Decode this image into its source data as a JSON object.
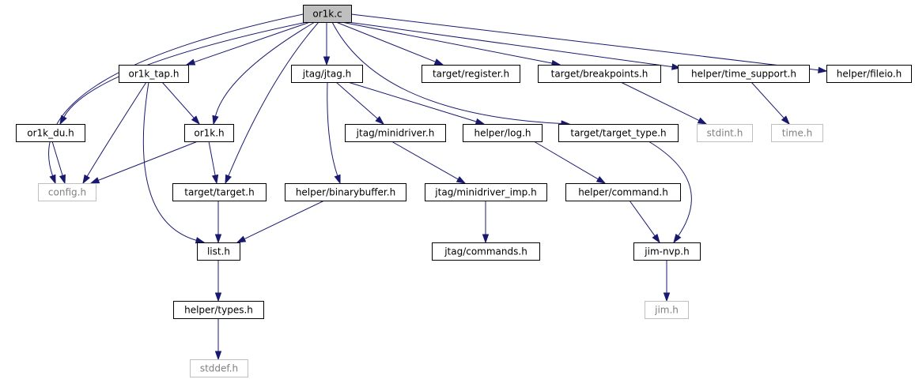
{
  "colors": {
    "edge": "#191970",
    "root_fill": "#bfbfbf",
    "node_border": "#000000",
    "external_border": "#bfbfbf",
    "external_text": "#808080",
    "node_fill": "#ffffff"
  },
  "nodes": [
    {
      "id": "or1k_c",
      "label": "or1k.c",
      "kind": "root"
    },
    {
      "id": "or1k_tap_h",
      "label": "or1k_tap.h",
      "kind": "file"
    },
    {
      "id": "jtag_jtag_h",
      "label": "jtag/jtag.h",
      "kind": "file"
    },
    {
      "id": "target_register_h",
      "label": "target/register.h",
      "kind": "file"
    },
    {
      "id": "target_breakpoints_h",
      "label": "target/breakpoints.h",
      "kind": "file"
    },
    {
      "id": "helper_time_support_h",
      "label": "helper/time_support.h",
      "kind": "file"
    },
    {
      "id": "helper_fileio_h",
      "label": "helper/fileio.h",
      "kind": "file"
    },
    {
      "id": "or1k_du_h",
      "label": "or1k_du.h",
      "kind": "file"
    },
    {
      "id": "or1k_h",
      "label": "or1k.h",
      "kind": "file"
    },
    {
      "id": "jtag_minidriver_h",
      "label": "jtag/minidriver.h",
      "kind": "file"
    },
    {
      "id": "helper_log_h",
      "label": "helper/log.h",
      "kind": "file"
    },
    {
      "id": "target_target_type_h",
      "label": "target/target_type.h",
      "kind": "file"
    },
    {
      "id": "stdint_h",
      "label": "stdint.h",
      "kind": "external"
    },
    {
      "id": "time_h",
      "label": "time.h",
      "kind": "external"
    },
    {
      "id": "config_h",
      "label": "config.h",
      "kind": "external"
    },
    {
      "id": "target_target_h",
      "label": "target/target.h",
      "kind": "file"
    },
    {
      "id": "helper_binarybuffer_h",
      "label": "helper/binarybuffer.h",
      "kind": "file"
    },
    {
      "id": "jtag_minidriver_imp_h",
      "label": "jtag/minidriver_imp.h",
      "kind": "file"
    },
    {
      "id": "helper_command_h",
      "label": "helper/command.h",
      "kind": "file"
    },
    {
      "id": "list_h",
      "label": "list.h",
      "kind": "file"
    },
    {
      "id": "jtag_commands_h",
      "label": "jtag/commands.h",
      "kind": "file"
    },
    {
      "id": "jim_nvp_h",
      "label": "jim-nvp.h",
      "kind": "file"
    },
    {
      "id": "helper_types_h",
      "label": "helper/types.h",
      "kind": "file"
    },
    {
      "id": "jim_h",
      "label": "jim.h",
      "kind": "external"
    },
    {
      "id": "stddef_h",
      "label": "stddef.h",
      "kind": "external"
    }
  ],
  "edges": [
    {
      "from": "or1k_c",
      "to": "config_h"
    },
    {
      "from": "or1k_c",
      "to": "or1k_du_h"
    },
    {
      "from": "or1k_c",
      "to": "or1k_tap_h"
    },
    {
      "from": "or1k_c",
      "to": "or1k_h"
    },
    {
      "from": "or1k_c",
      "to": "target_target_h"
    },
    {
      "from": "or1k_c",
      "to": "jtag_jtag_h"
    },
    {
      "from": "or1k_c",
      "to": "target_register_h"
    },
    {
      "from": "or1k_c",
      "to": "target_breakpoints_h"
    },
    {
      "from": "or1k_c",
      "to": "helper_time_support_h"
    },
    {
      "from": "or1k_c",
      "to": "helper_fileio_h"
    },
    {
      "from": "or1k_c",
      "to": "target_target_type_h"
    },
    {
      "from": "or1k_tap_h",
      "to": "config_h"
    },
    {
      "from": "or1k_tap_h",
      "to": "or1k_h"
    },
    {
      "from": "or1k_tap_h",
      "to": "list_h"
    },
    {
      "from": "or1k_du_h",
      "to": "config_h"
    },
    {
      "from": "or1k_h",
      "to": "config_h"
    },
    {
      "from": "or1k_h",
      "to": "target_target_h"
    },
    {
      "from": "target_target_h",
      "to": "list_h"
    },
    {
      "from": "jtag_jtag_h",
      "to": "jtag_minidriver_h"
    },
    {
      "from": "jtag_jtag_h",
      "to": "helper_log_h"
    },
    {
      "from": "jtag_jtag_h",
      "to": "helper_binarybuffer_h"
    },
    {
      "from": "helper_binarybuffer_h",
      "to": "list_h"
    },
    {
      "from": "jtag_minidriver_h",
      "to": "jtag_minidriver_imp_h"
    },
    {
      "from": "jtag_minidriver_imp_h",
      "to": "jtag_commands_h"
    },
    {
      "from": "helper_log_h",
      "to": "helper_command_h"
    },
    {
      "from": "helper_command_h",
      "to": "jim_nvp_h"
    },
    {
      "from": "target_target_type_h",
      "to": "jim_nvp_h"
    },
    {
      "from": "jim_nvp_h",
      "to": "jim_h"
    },
    {
      "from": "target_breakpoints_h",
      "to": "stdint_h"
    },
    {
      "from": "helper_time_support_h",
      "to": "time_h"
    },
    {
      "from": "list_h",
      "to": "helper_types_h"
    },
    {
      "from": "helper_types_h",
      "to": "stddef_h"
    }
  ]
}
